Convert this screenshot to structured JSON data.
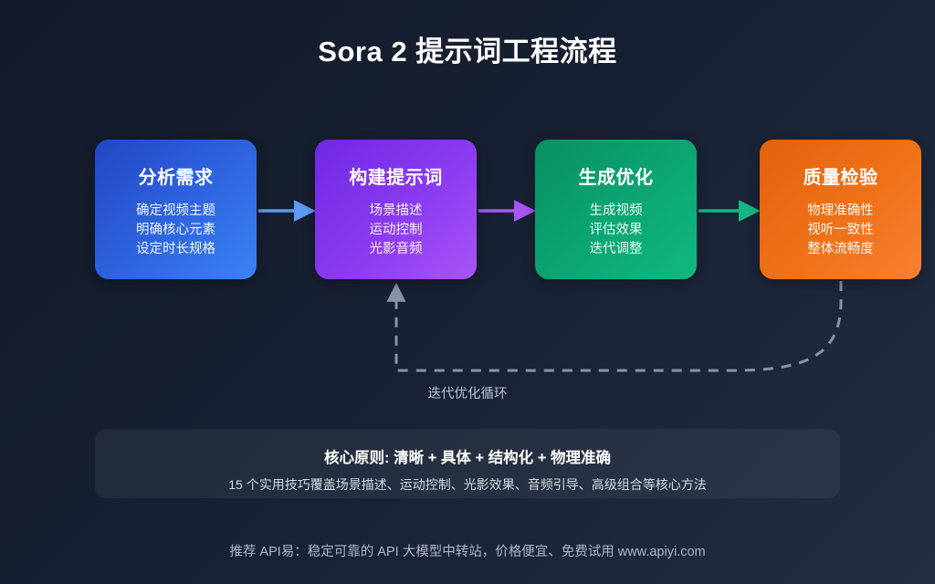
{
  "page": {
    "title": "Sora 2 提示词工程流程",
    "background_start": "#121929",
    "background_end": "#222d42"
  },
  "stages": [
    {
      "title": "分析需求",
      "accent": "#3b82f6",
      "lines": [
        "确定视频主题",
        "明确核心元素",
        "设定时长规格"
      ]
    },
    {
      "title": "构建提示词",
      "accent": "#a855f7",
      "lines": [
        "场景描述",
        "运动控制",
        "光影音频"
      ]
    },
    {
      "title": "生成优化",
      "accent": "#10b981",
      "lines": [
        "生成视频",
        "评估效果",
        "迭代调整"
      ]
    },
    {
      "title": "质量检验",
      "accent": "#f97316",
      "lines": [
        "物理准确性",
        "视听一致性",
        "整体流畅度"
      ]
    }
  ],
  "connectors": [
    {
      "name": "arrow-stage1-to-stage2",
      "color": "#5b9bf5"
    },
    {
      "name": "arrow-stage2-to-stage3",
      "color": "#a855f7"
    },
    {
      "name": "arrow-stage3-to-stage4",
      "color": "#10b981"
    }
  ],
  "feedback_loop": {
    "label": "迭代优化循环",
    "color": "#8a94a6",
    "style": "dashed"
  },
  "principle_panel": {
    "headline": "核心原则: 清晰 + 具体 + 结构化 + 物理准确",
    "subtext": "15 个实用技巧覆盖场景描述、运动控制、光影效果、音频引导、高级组合等核心方法"
  },
  "footer": {
    "text": "推荐 API易：稳定可靠的 API 大模型中转站，价格便宜、免费试用 www.apiyi.com"
  }
}
